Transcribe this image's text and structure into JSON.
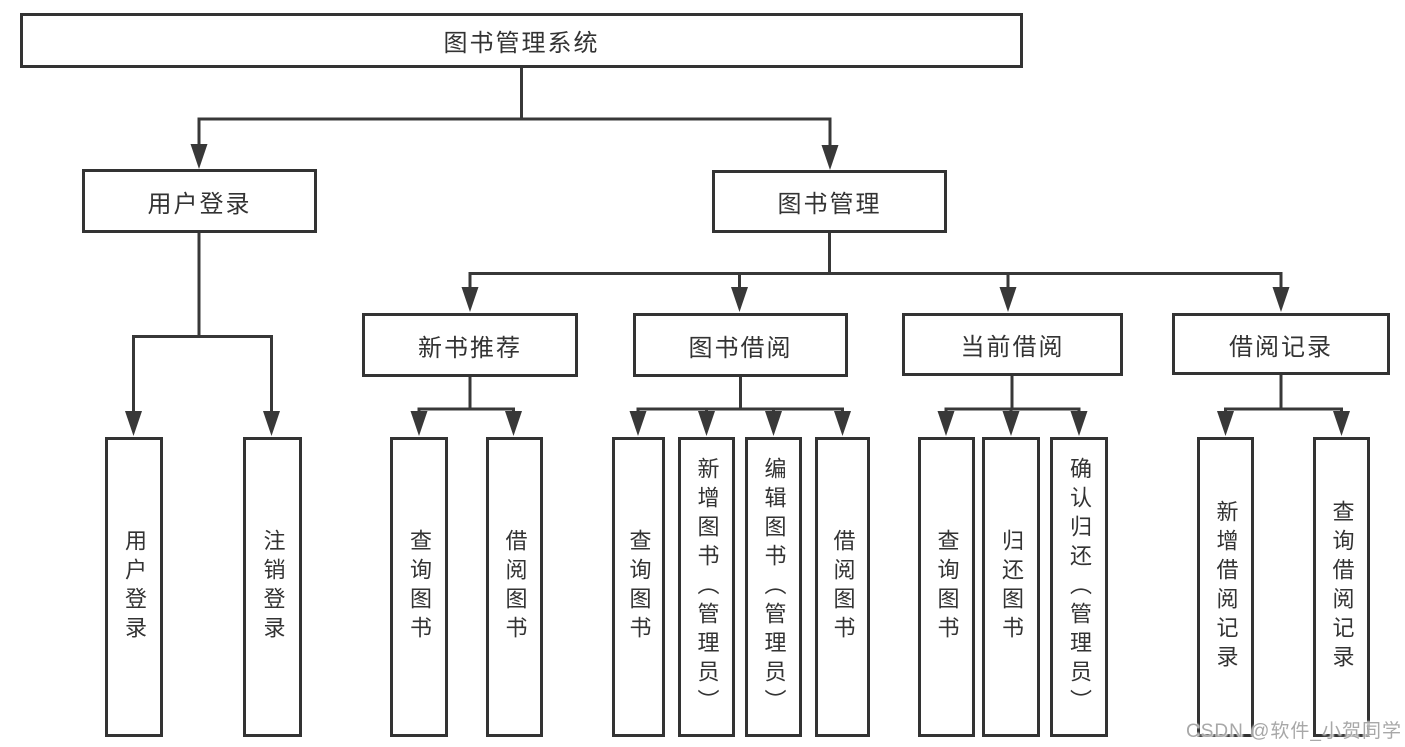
{
  "diagram": {
    "title": "图书管理系统",
    "line_color": "#383838",
    "box_border_color": "#333333",
    "nodes": {
      "root": "图书管理系统",
      "user_login": "用户登录",
      "book_management": "图书管理",
      "new_book_recommend": "新书推荐",
      "book_borrowing": "图书借阅",
      "current_borrowing": "当前借阅",
      "borrowing_records": "借阅记录",
      "leaf_user_login": "用户登录",
      "leaf_logout": "注销登录",
      "leaf_nbr_query_books": "查询图书",
      "leaf_nbr_borrow_books": "借阅图书",
      "leaf_bb_query_books": "查询图书",
      "leaf_bb_add_books_admin": "新增图书（管理员）",
      "leaf_bb_edit_books_admin": "编辑图书（管理员）",
      "leaf_bb_borrow_books": "借阅图书",
      "leaf_cb_query_books": "查询图书",
      "leaf_cb_return_books": "归还图书",
      "leaf_cb_confirm_return_admin": "确认归还（管理员）",
      "leaf_br_add_record": "新增借阅记录",
      "leaf_br_query_record": "查询借阅记录"
    }
  },
  "watermark": {
    "text": "CSDN @软件_小贺同学",
    "color": "#a8a8a8"
  }
}
